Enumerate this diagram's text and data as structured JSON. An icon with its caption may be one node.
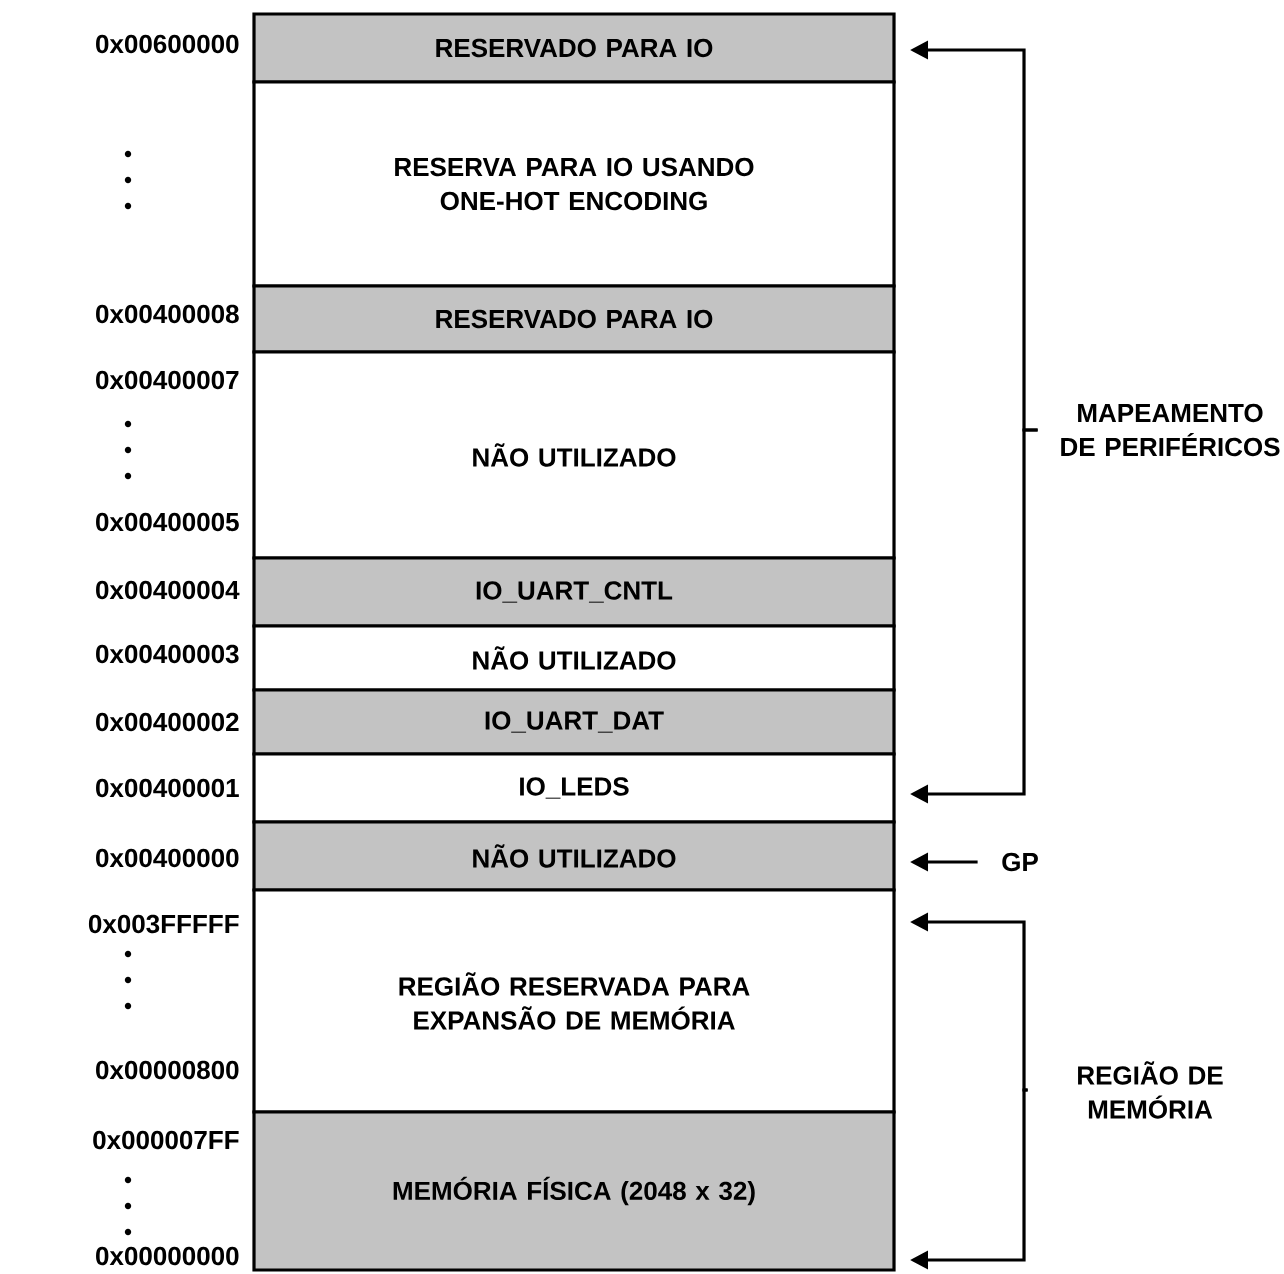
{
  "diagram": {
    "nodes": [
      {
        "text": [
          "RESERVADO PARA IO"
        ]
      },
      {
        "text": [
          "RESERVA PARA IO USANDO ONE-HOT ENCODING"
        ]
      },
      {
        "text": [
          "RESERVADO PARA IO"
        ]
      },
      {
        "text": [
          "NÃO UTILIZADO"
        ]
      },
      {
        "text": [
          "IO_UART_CNTL"
        ]
      },
      {
        "text": [
          "NÃO UTILIZADO"
        ]
      },
      {
        "text": [
          "IO_UART_DAT"
        ]
      },
      {
        "text": [
          "IO_LEDS"
        ]
      },
      {
        "text": [
          "NÃO UTILIZADO"
        ]
      },
      {
        "text": [
          "REGIÃO RESERVADA PARA EXPANSÃO DE MEMÓRIA"
        ]
      },
      {
        "text": [
          "MEMÓRIA FÍSICA (2048 x 32)"
        ]
      },
      {
        "text": [
          "MAPEAMENTO DE PERIFÉRICOS"
        ]
      },
      {
        "text": [
          "GP"
        ]
      },
      {
        "text": [
          "REGIÃO DE MEMÓRIA"
        ]
      }
    ],
    "edges": [
      {
        "from": 11,
        "to": 0,
        "arrow": "to"
      },
      {
        "from": 11,
        "to": 7,
        "arrow": "to"
      },
      {
        "from": 12,
        "to": 8,
        "arrow": "to"
      },
      {
        "from": 13,
        "to": 9,
        "arrow": "to"
      },
      {
        "from": 13,
        "to": 10,
        "arrow": "to"
      }
    ],
    "labels": [
      "0x00600000",
      "0x00400008",
      "0x00400007",
      "0x00400005",
      "0x00400004",
      "0x00400003",
      "0x00400002",
      "0x00400001",
      "0x00400000",
      "0x003FFFFF",
      "0x00000800",
      "0x000007FF",
      "0x00000000"
    ]
  }
}
